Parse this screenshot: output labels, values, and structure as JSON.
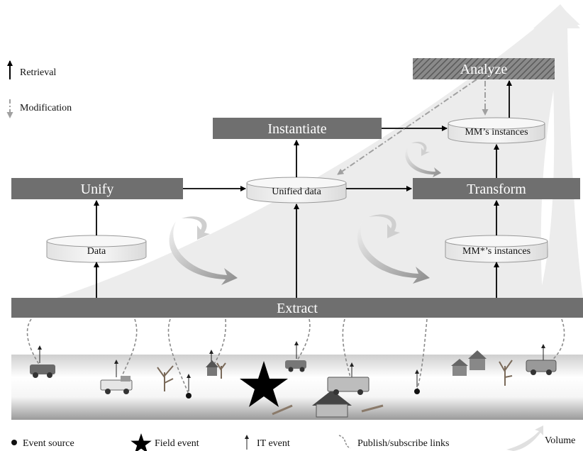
{
  "top_legend": {
    "retrieval": "Retrieval",
    "modification": "Modification"
  },
  "steps": {
    "analyze": "Analyze",
    "instantiate": "Instantiate",
    "unify": "Unify",
    "transform": "Transform",
    "extract": "Extract"
  },
  "stores": {
    "mm_instances": "MM’s instances",
    "unified_data": "Unified data",
    "data": "Data",
    "mm_star_instances": "MM*’s instances"
  },
  "bottom_legend": {
    "event_source": "Event source",
    "field_event": "Field event",
    "it_event": "IT event",
    "publish_subscribe": "Publish/subscribe  links",
    "volume": "Volume"
  },
  "colors": {
    "bar": "#6f6f6f",
    "volume_fill": "#ececec",
    "arrow": "#000000",
    "modification_arrow": "#a0a0a0",
    "cylinder_fill": "#f2f2f2"
  }
}
